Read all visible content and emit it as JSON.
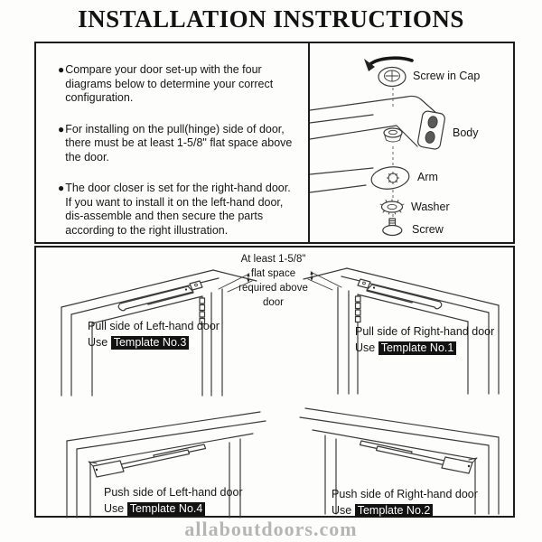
{
  "title": "INSTALLATION INSTRUCTIONS",
  "watermark": "allaboutdoors.com",
  "instructions": {
    "bullets": [
      "Compare your door set-up with the four diagrams below to determine your correct configuration.",
      "For installing on the pull(hinge) side of door, there must be at least 1-5/8\"  flat space above the door.",
      "The door closer is set for the right-hand door. If you want to install it on the  left-hand door, dis-assemble and then secure the parts according to the right illustration."
    ]
  },
  "parts": {
    "cap_label": "Screw in Cap",
    "body_label": "Body",
    "arm_label": "Arm",
    "washer_label": "Washer",
    "screw_label": "Screw"
  },
  "note_lines": [
    "At least 1-5/8\"",
    "flat space",
    "required above",
    "door"
  ],
  "diagrams": {
    "use_label": "Use",
    "top_left": {
      "caption": "Pull side of Left-hand door",
      "template": "Template No.3"
    },
    "top_right": {
      "caption": "Pull side of Right-hand door",
      "template": "Template No.1"
    },
    "bottom_left": {
      "caption": "Push side of Left-hand door",
      "template": "Template No.4"
    },
    "bottom_right": {
      "caption": "Push side of Right-hand door",
      "template": "Template No.2"
    }
  },
  "colors": {
    "highlight_bg": "#121212",
    "highlight_text": "#ffffff",
    "line_art": "#3a3a3a",
    "watermark": "#b5b5b5"
  }
}
